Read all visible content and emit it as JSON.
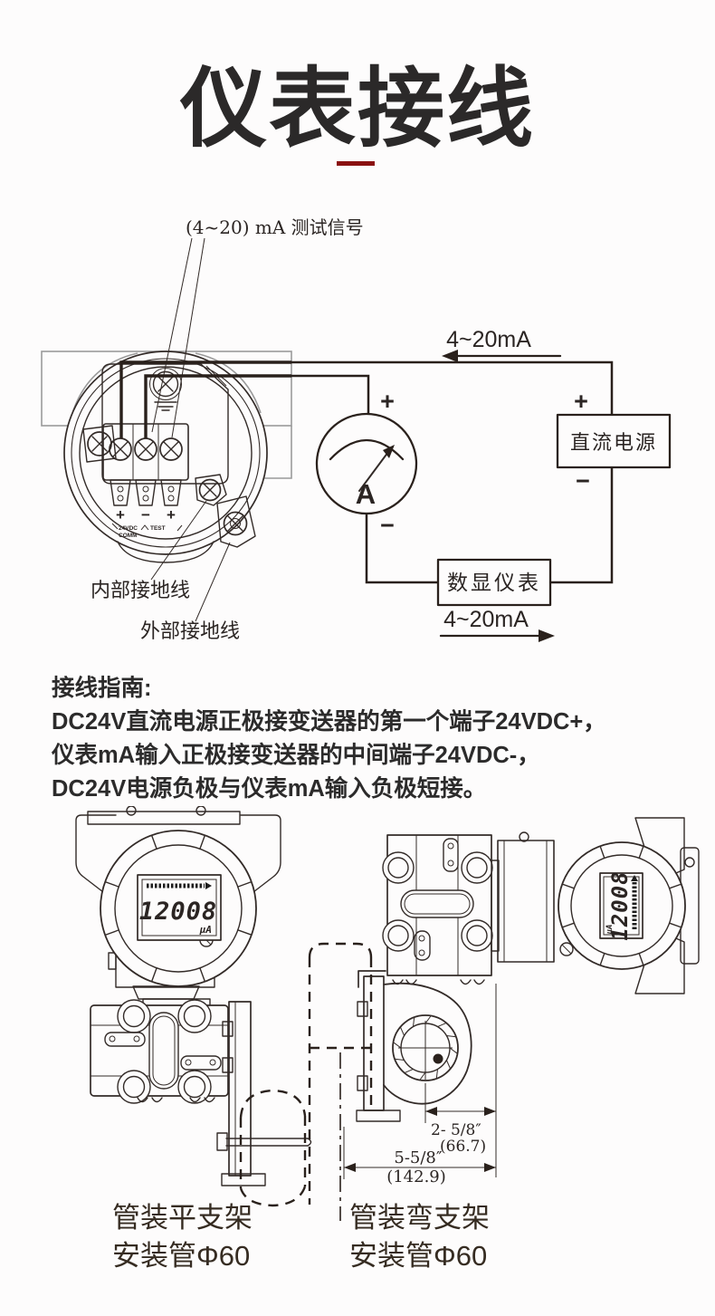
{
  "colors": {
    "background": "#fdfcfc",
    "ink": "#2c2725",
    "line": "#332b28",
    "accent_red": "#8a1111"
  },
  "header": {
    "title": "仪表接线"
  },
  "wiring_diagram": {
    "test_signal_label": "(4~20) mA 测试信号",
    "loop_current_top": "4~20mA",
    "loop_current_bottom": "4~20mA",
    "ammeter": {
      "symbol": "A",
      "plus": "+",
      "minus": "−"
    },
    "dc_power": {
      "label": "直流电源",
      "plus": "+",
      "minus": "−"
    },
    "digital_meter": {
      "label": "数显仪表"
    },
    "terminals": {
      "plus_left": "+",
      "minus_mid": "−",
      "plus_right": "+",
      "label_left_1": "24VDC",
      "label_left_2": "COMM",
      "label_mid": "TEST"
    },
    "internal_ground_label": "内部接地线",
    "external_ground_label": "外部接地线"
  },
  "guide": {
    "heading": "接线指南:",
    "line1": "DC24V直流电源正极接变送器的第一个端子24VDC+，",
    "line2": "仪表mA输入正极接变送器的中间端子24VDC-，",
    "line3": "DC24V电源负极与仪表mA输入负极短接。"
  },
  "installation": {
    "lcd": {
      "value": "12008",
      "unit": "μA"
    },
    "dimensions": {
      "width_small": "2- 5/8″",
      "width_small_mm": "(66.7)",
      "width_large": "5-5/8″",
      "width_large_mm": "(142.9)"
    },
    "captions": {
      "left_line1": "管装平支架",
      "left_line2": "安装管Φ60",
      "right_line1": "管装弯支架",
      "right_line2": "安装管Φ60"
    }
  }
}
